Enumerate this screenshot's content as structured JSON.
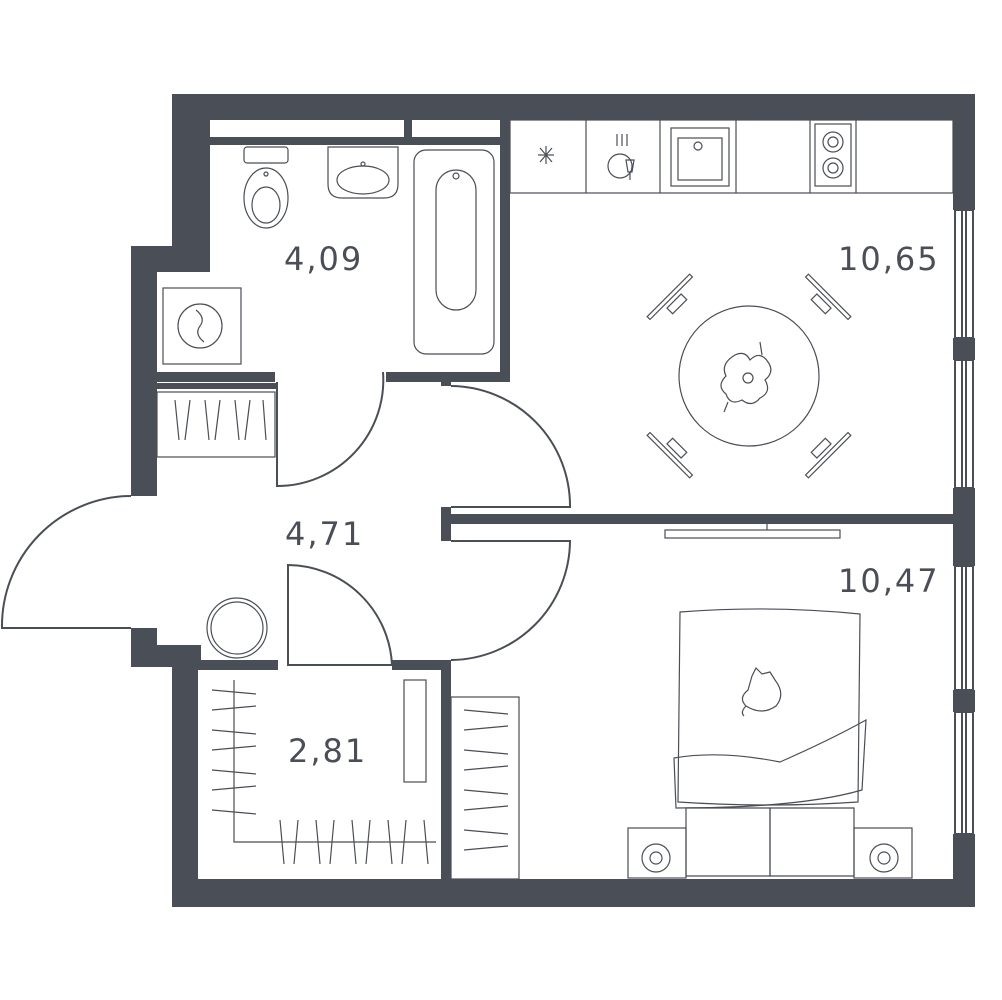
{
  "rooms": {
    "bathroom": {
      "area": "4,09"
    },
    "kitchen_living": {
      "area": "10,65"
    },
    "hallway": {
      "area": "4,71"
    },
    "bedroom": {
      "area": "10,47"
    },
    "wardrobe": {
      "area": "2,81"
    }
  },
  "colors": {
    "wall": "#4a4e57",
    "background": "#ffffff"
  },
  "icons": [
    "toilet-icon",
    "washbasin-icon",
    "bathtub-icon",
    "washing-machine-icon",
    "fridge-icon",
    "dishwasher-icon",
    "sink-icon",
    "stove-icon",
    "dining-table-icon",
    "tv-icon",
    "bed-icon",
    "cat-icon",
    "radiator-icon",
    "round-mirror-icon",
    "shoe-rack-icon",
    "wardrobe-rails-icon"
  ]
}
